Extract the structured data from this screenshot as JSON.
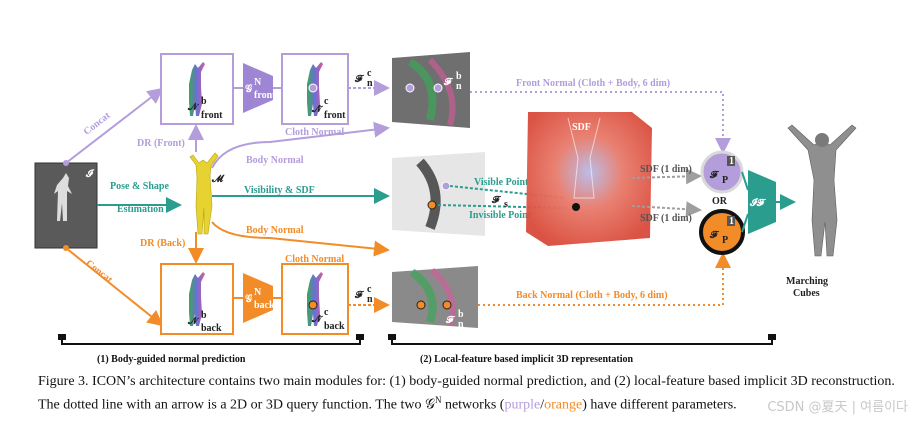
{
  "labels": {
    "input_symbol": "𝓘",
    "concat_top": "Concat",
    "concat_bottom": "Concat",
    "dr_front": "DR (Front)",
    "dr_back": "DR (Back)",
    "pose_shape": "Pose & Shape",
    "estimation": "Estimation",
    "smpl_symbol": "𝓜",
    "body_normal_top": "Body Normal",
    "body_normal_bottom": "Body Normal",
    "visibility_sdf": "Visibility & SDF",
    "cloth_normal_top": "Cloth Normal",
    "cloth_normal_bottom": "Cloth Normal",
    "n_front_b": "𝒩",
    "n_front_b_sup": "b",
    "n_front_b_sub": "front",
    "g_front": "𝒢",
    "g_front_sup": "N",
    "g_front_sub": "front",
    "n_front_c": "𝒩̂",
    "n_front_c_sup": "c",
    "n_front_c_sub": "front",
    "n_back_b": "𝒩",
    "n_back_b_sup": "b",
    "n_back_b_sub": "back",
    "g_back": "𝒢",
    "g_back_sup": "N",
    "g_back_sub": "back",
    "n_back_c": "𝒩̂",
    "n_back_c_sup": "c",
    "n_back_c_sub": "back",
    "fn_c_top": "𝓕",
    "fn_c_top_sup": "c",
    "fn_c_top_sub": "n",
    "fn_b_top": "𝓕",
    "fn_b_top_sup": "b",
    "fn_b_top_sub": "n",
    "fn_c_bottom": "𝓕",
    "fn_c_bottom_sup": "c",
    "fn_c_bottom_sub": "n",
    "fn_b_bottom": "𝓕",
    "fn_b_bottom_sup": "b",
    "fn_b_bottom_sub": "n",
    "fs": "𝓕",
    "fs_sub": "s",
    "visible_point": "Visible Point",
    "invisible_point": "Invisible Point",
    "sdf": "SDF",
    "front_normal": "Front Normal (Cloth + Body, 6 dim)",
    "back_normal": "Back Normal (Cloth + Body, 6 dim)",
    "sdf_1dim_top": "SDF (1 dim)",
    "sdf_1dim_bottom": "SDF (1 dim)",
    "or": "OR",
    "fp_top": "𝓕",
    "fp_top_sub": "P",
    "fp_top_badge": "1",
    "fp_bottom": "𝓕",
    "fp_bottom_sub": "P",
    "fp_bottom_badge": "1",
    "if": "𝓘𝓕",
    "marching": "Marching",
    "cubes": "Cubes",
    "module1": "(1) Body-guided normal prediction",
    "module2": "(2) Local-feature based implicit 3D representation"
  },
  "caption": {
    "part1": "Figure 3. ICON’s architecture contains two main modules for: (1) body-guided normal prediction, and (2) local-feature based implicit 3D reconstruction. The dotted line with an arrow is a 2D or 3D query function. The two 𝒢",
    "sup": "N",
    "part2": " networks (",
    "purple": "purple",
    "slash": "/",
    "orange": "orange",
    "part3": ") have different parameters."
  },
  "watermark": "CSDN @夏天 | 여름이다",
  "colors": {
    "purple": "#b39ddb",
    "orange": "#f28c28",
    "teal": "#2a9d8f",
    "gray_dotted": "#9e9e9e",
    "sdf_red": "#e8614a"
  }
}
